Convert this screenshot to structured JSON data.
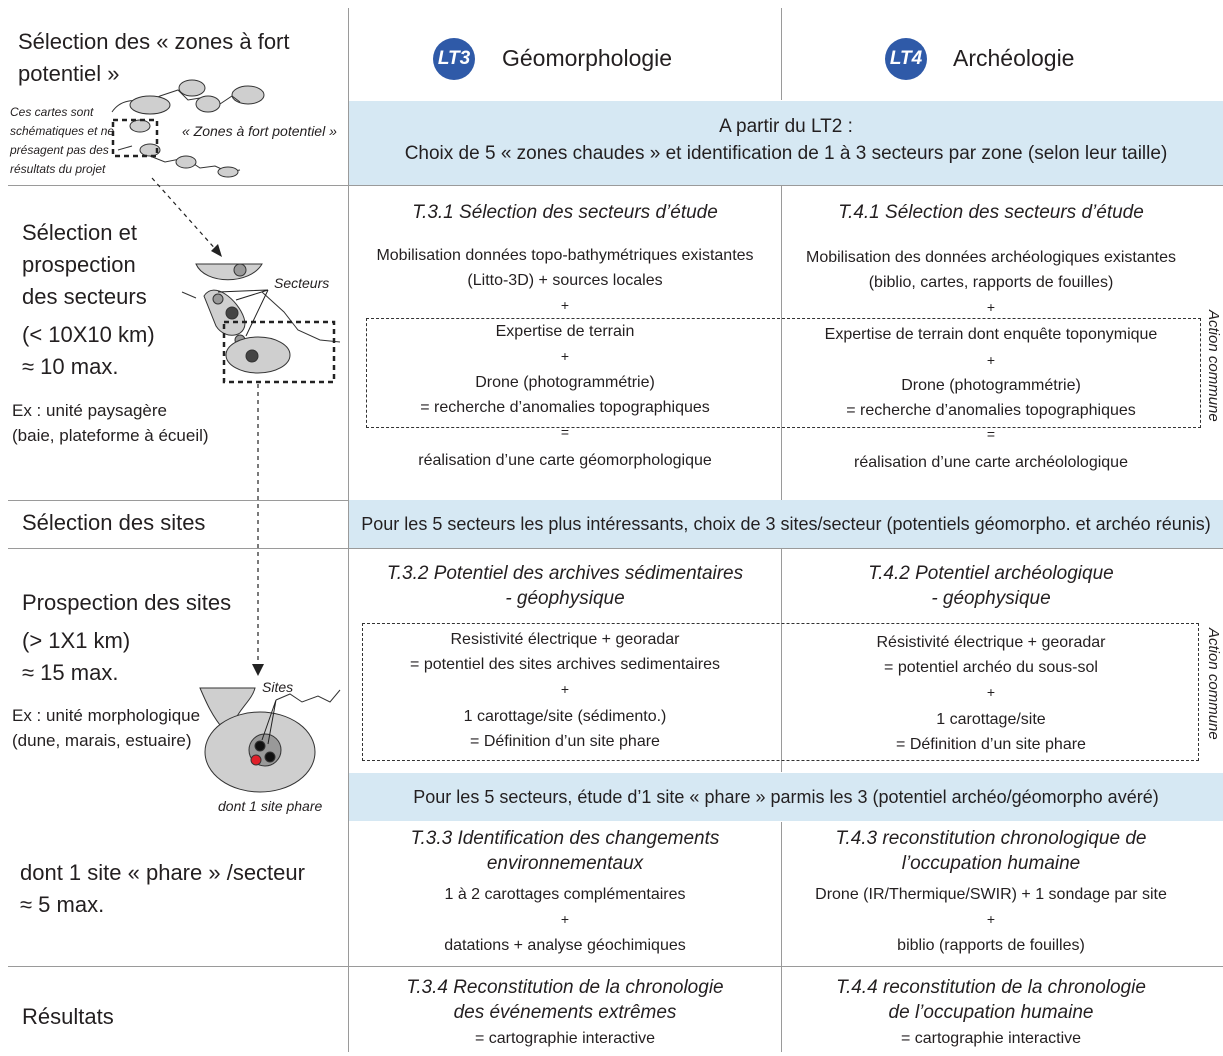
{
  "stages": {
    "zones": [
      "Sélection des « zones à fort",
      "potentiel »"
    ],
    "sectors": [
      "Sélection et",
      "prospection",
      "des secteurs",
      "(< 10X10 km)",
      "≈ 10 max."
    ],
    "sectors_example": [
      "Ex : unité paysagère",
      "(baie, plateforme à écueil)"
    ],
    "sites_selection": "Sélection des sites",
    "sites_prospection": [
      "Prospection des sites",
      "(> 1X1 km)",
      "≈ 15 max."
    ],
    "sites_example": [
      "Ex : unité morphologique",
      "(dune, marais, estuaire)"
    ],
    "phare": [
      "dont 1 site « phare » /secteur",
      "≈ 5 max."
    ],
    "results": "Résultats"
  },
  "map_notes": {
    "disclaimer": [
      "Ces cartes sont",
      "schématiques et ne",
      "présagent pas des",
      "résultats du projet"
    ],
    "zones_label": "« Zones à fort potentiel »",
    "sectors_label": "Secteurs",
    "sites_label": "Sites",
    "phare_label": "dont 1 site phare"
  },
  "columns": {
    "lt3": {
      "badge": "LT3",
      "title": "Géomorphologie"
    },
    "lt4": {
      "badge": "LT4",
      "title": "Archéologie"
    }
  },
  "bands": {
    "b1": [
      "A partir du LT2 :",
      "Choix de 5 « zones chaudes » et identification de 1 à 3 secteurs par zone (selon leur taille)"
    ],
    "b2": "Pour les 5 secteurs les plus intéressants, choix de 3 sites/secteur (potentiels géomorpho. et archéo réunis)",
    "b3": "Pour les 5 secteurs, étude d’1 site « phare » parmis les 3 (potentiel archéo/géomorpho avéré)"
  },
  "t31": {
    "title": "T.3.1 Sélection des secteurs d’étude",
    "l1": "Mobilisation données topo-bathymétriques existantes",
    "l2": "(Litto-3D) + sources locales",
    "l3": "Expertise de terrain",
    "l4": "Drone (photogrammétrie)",
    "l5": "= recherche d’anomalies topographiques",
    "l6": "réalisation d’une carte géomorphologique"
  },
  "t41": {
    "title": "T.4.1 Sélection des secteurs d’étude",
    "l1": "Mobilisation des données archéologiques existantes",
    "l2": "(biblio, cartes, rapports de fouilles)",
    "l3": "Expertise de terrain dont enquête toponymique",
    "l4": "Drone (photogrammétrie)",
    "l5": "= recherche d’anomalies topographiques",
    "l6": "réalisation d’une carte archéolologique"
  },
  "t32": {
    "title": [
      "T.3.2 Potentiel des archives sédimentaires",
      "- géophysique"
    ],
    "l1": "Resistivité électrique + georadar",
    "l2": "= potentiel des sites archives sedimentaires",
    "l3": "1 carottage/site (sédimento.)",
    "l4": "=  Définition d’un site phare"
  },
  "t42": {
    "title": [
      "T.4.2 Potentiel archéologique",
      "- géophysique"
    ],
    "l1": "Résistivité électrique + georadar",
    "l2": "= potentiel archéo du sous-sol",
    "l3": "1 carottage/site",
    "l4": "= Définition d’un site phare"
  },
  "t33": {
    "title": [
      "T.3.3 Identification des changements",
      "environnementaux"
    ],
    "l1": "1 à 2 carottages complémentaires",
    "l2": "datations + analyse géochimiques"
  },
  "t43": {
    "title": [
      "T.4.3 reconstitution chronologique de",
      "l’occupation humaine"
    ],
    "l1": "Drone (IR/Thermique/SWIR) + 1 sondage par site",
    "l2": "biblio (rapports de fouilles)"
  },
  "t34": {
    "title": [
      "T.3.4 Reconstitution de la chronologie",
      "des événements extrêmes"
    ],
    "l1": "= cartographie interactive"
  },
  "t44": {
    "title": [
      "T.4.4 reconstitution de la chronologie",
      "de l’occupation humaine"
    ],
    "l1": "= cartographie interactive"
  },
  "symbols": {
    "plus": "+",
    "equals": "="
  },
  "action_commune": "Action commune",
  "colors": {
    "band": "#d6e8f3",
    "badge": "#2f5aa8",
    "red_dot": "#e0202a",
    "map_fill": "#d0d0d0"
  }
}
